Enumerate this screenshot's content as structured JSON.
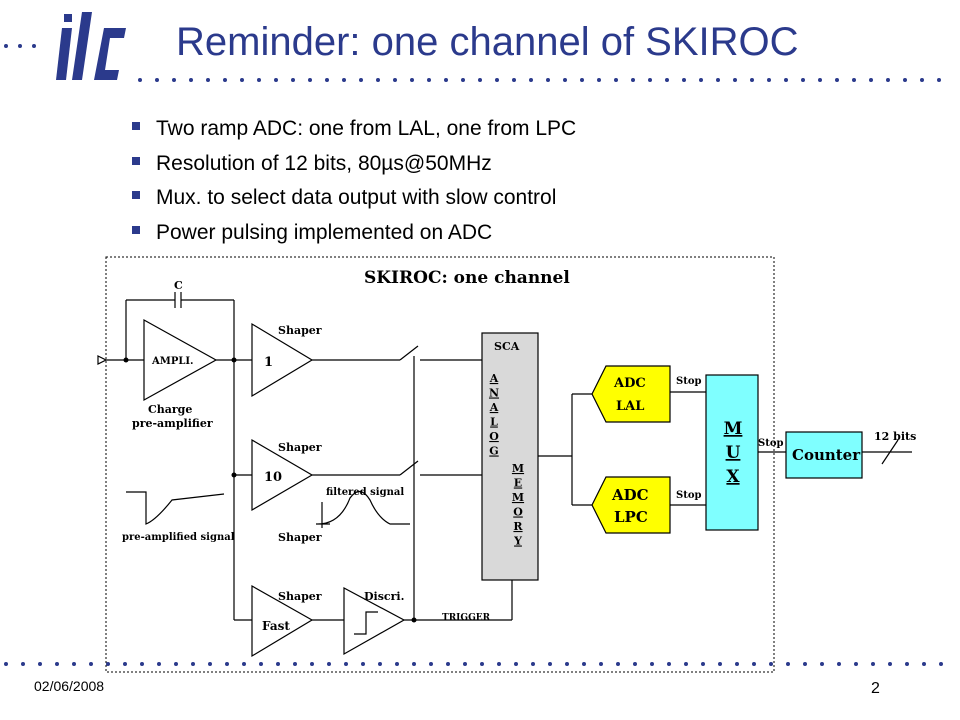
{
  "slide": {
    "title": "Reminder: one channel of SKIROC",
    "bullets": [
      "Two ramp ADC: one from LAL, one from LPC",
      "Resolution of 12 bits, 80µs@50MHz",
      "Mux. to select data output with slow control",
      "Power pulsing implemented on ADC"
    ],
    "footer_date": "02/06/2008",
    "page_number": "2",
    "logo_text": "ilc"
  },
  "diagram": {
    "title": "SKIROC: one channel",
    "feedback_cap": "C",
    "amplifier": "AMPLI.",
    "amp_caption_line1": "Charge",
    "amp_caption_line2": "pre-amplifier",
    "preamp_signal_label": "pre-amplified signal",
    "shaper_label": "Shaper",
    "shaper_gain_1": "1",
    "shaper_gain_10": "10",
    "shaper_fast": "Fast",
    "filtered_signal_label": "filtered signal",
    "discri_label": "Discri.",
    "trigger_label": "TRIGGER",
    "sca_label": "SCA",
    "analog_letters": [
      "A",
      "N",
      "A",
      "L",
      "O",
      "G"
    ],
    "memory_letters": [
      "M",
      "E",
      "M",
      "O",
      "R",
      "Y"
    ],
    "adc_lal_line1": "ADC",
    "adc_lal_line2": "LAL",
    "adc_lpc_line1": "ADC",
    "adc_lpc_line2": "LPC",
    "stop_label": "Stop",
    "mux_letters": [
      "M",
      "U",
      "X"
    ],
    "counter_label": "Counter",
    "bits_label": "12 bits"
  },
  "colors": {
    "title": "#2B3A8C",
    "dots": "#2B3A8C",
    "adc_fill": "#FFFF00",
    "mux_fill": "#7FFFFF",
    "sca_fill": "#D9D9D9",
    "block_stroke": "#000000"
  }
}
